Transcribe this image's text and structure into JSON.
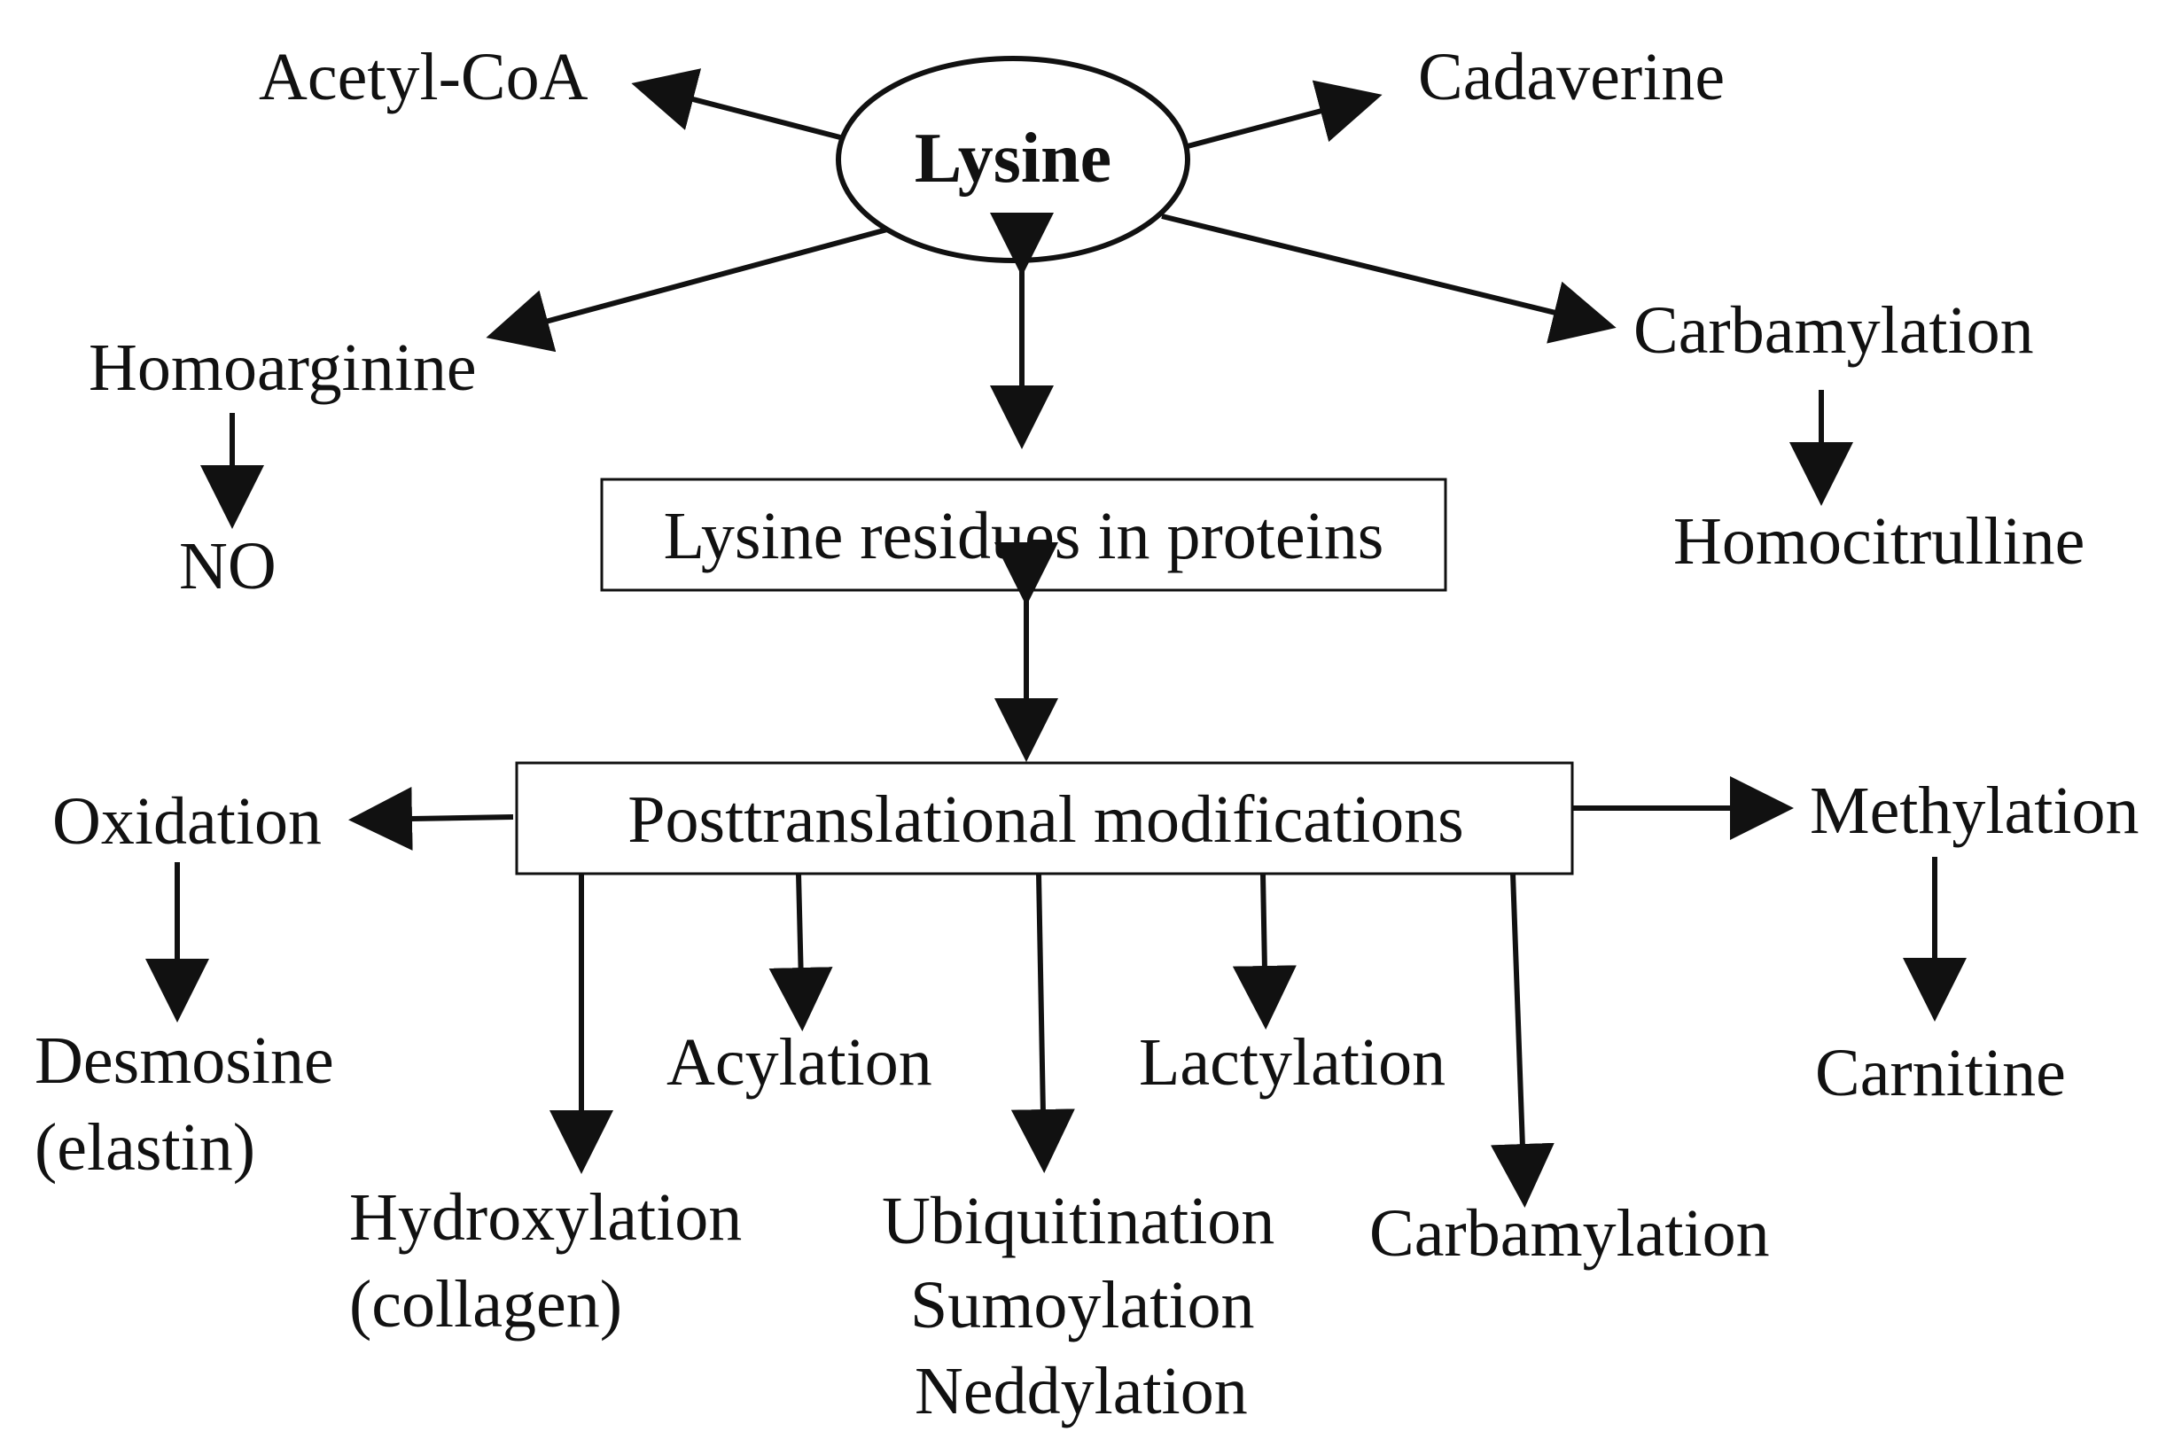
{
  "diagram": {
    "center": "Lysine",
    "top_left": "Acetyl-CoA",
    "top_right": "Cadaverine",
    "left": "Homoarginine",
    "left_product": "NO",
    "right": "Carbamylation",
    "right_product": "Homocitrulline",
    "protein_box": "Lysine residues in proteins",
    "ptm_box": "Posttranslational modifications",
    "oxidation": "Oxidation",
    "desmosine_line1": "Desmosine",
    "desmosine_line2": "(elastin)",
    "hydroxylation_line1": "Hydroxylation",
    "hydroxylation_line2": "(collagen)",
    "acylation": "Acylation",
    "ubiquitination": "Ubiquitination",
    "sumoylation": "Sumoylation",
    "neddylation": "Neddylation",
    "lactylation": "Lactylation",
    "carbamylation_bottom": "Carbamylation",
    "methylation": "Methylation",
    "carnitine": "Carnitine"
  }
}
